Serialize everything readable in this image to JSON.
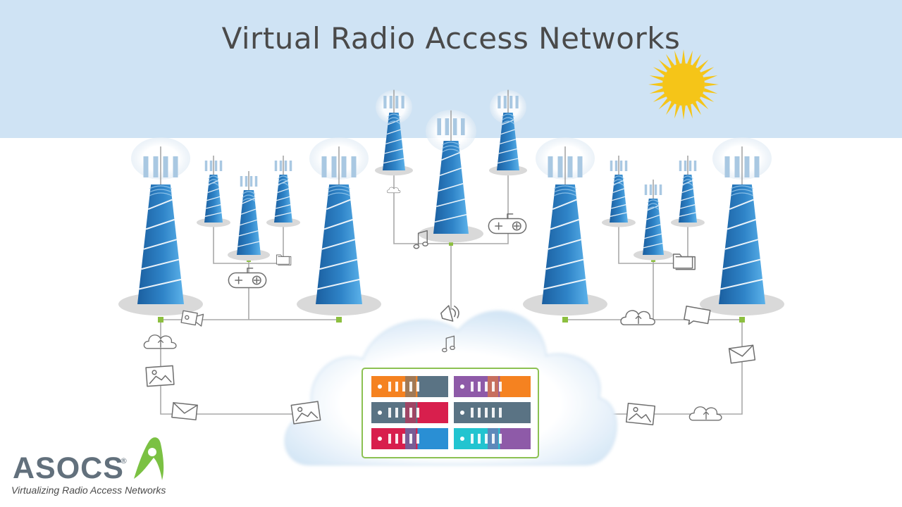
{
  "title": "Virtual Radio Access Networks",
  "logo": {
    "name": "ASOCS",
    "registered": "®",
    "tagline": "Virtualizing Radio Access Networks"
  },
  "colors": {
    "sky": "#cfe3f4",
    "tower_dark": "#1b5fa0",
    "tower_light": "#4ea8e3",
    "line": "#a7a7a7",
    "icon": "#6f6f6f",
    "node": "#8cbf3f",
    "sun": "#f5c518",
    "logo_green": "#7bc143",
    "server_panel_border": "#8cc152",
    "server_colors": [
      "#f58220",
      "#8e5aa8",
      "#5a7384",
      "#5a7384",
      "#d81f4d",
      "#22c4d0"
    ]
  },
  "icons": [
    "cloud-upload-icon",
    "photo-icon",
    "mail-icon",
    "video-camera-icon",
    "game-controller-icon",
    "music-note-icon",
    "folder-icon",
    "chat-bubble-icon",
    "megaphone-icon",
    "sun-icon",
    "cloud-icon",
    "server-rack-icon"
  ]
}
